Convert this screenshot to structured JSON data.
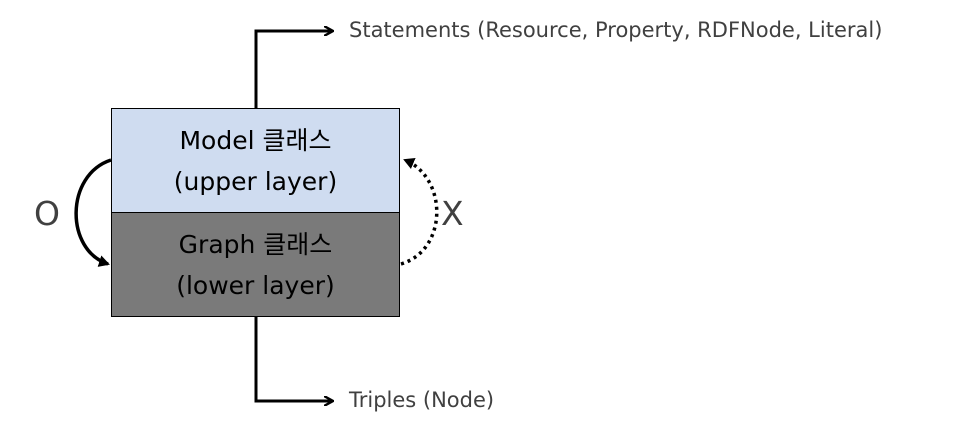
{
  "upper_box": {
    "line1": "Model 클래스",
    "line2": "(upper layer)"
  },
  "lower_box": {
    "line1": "Graph 클래스",
    "line2": "(lower layer)"
  },
  "outputs": {
    "statements": "Statements (Resource, Property, RDFNode, Literal)",
    "triples": "Triples (Node)"
  },
  "markers": {
    "allowed": "O",
    "not_allowed": "X"
  },
  "colors": {
    "upper_fill": "#cfdcf0",
    "lower_fill": "#7a7a7a",
    "label_text": "#404040"
  }
}
